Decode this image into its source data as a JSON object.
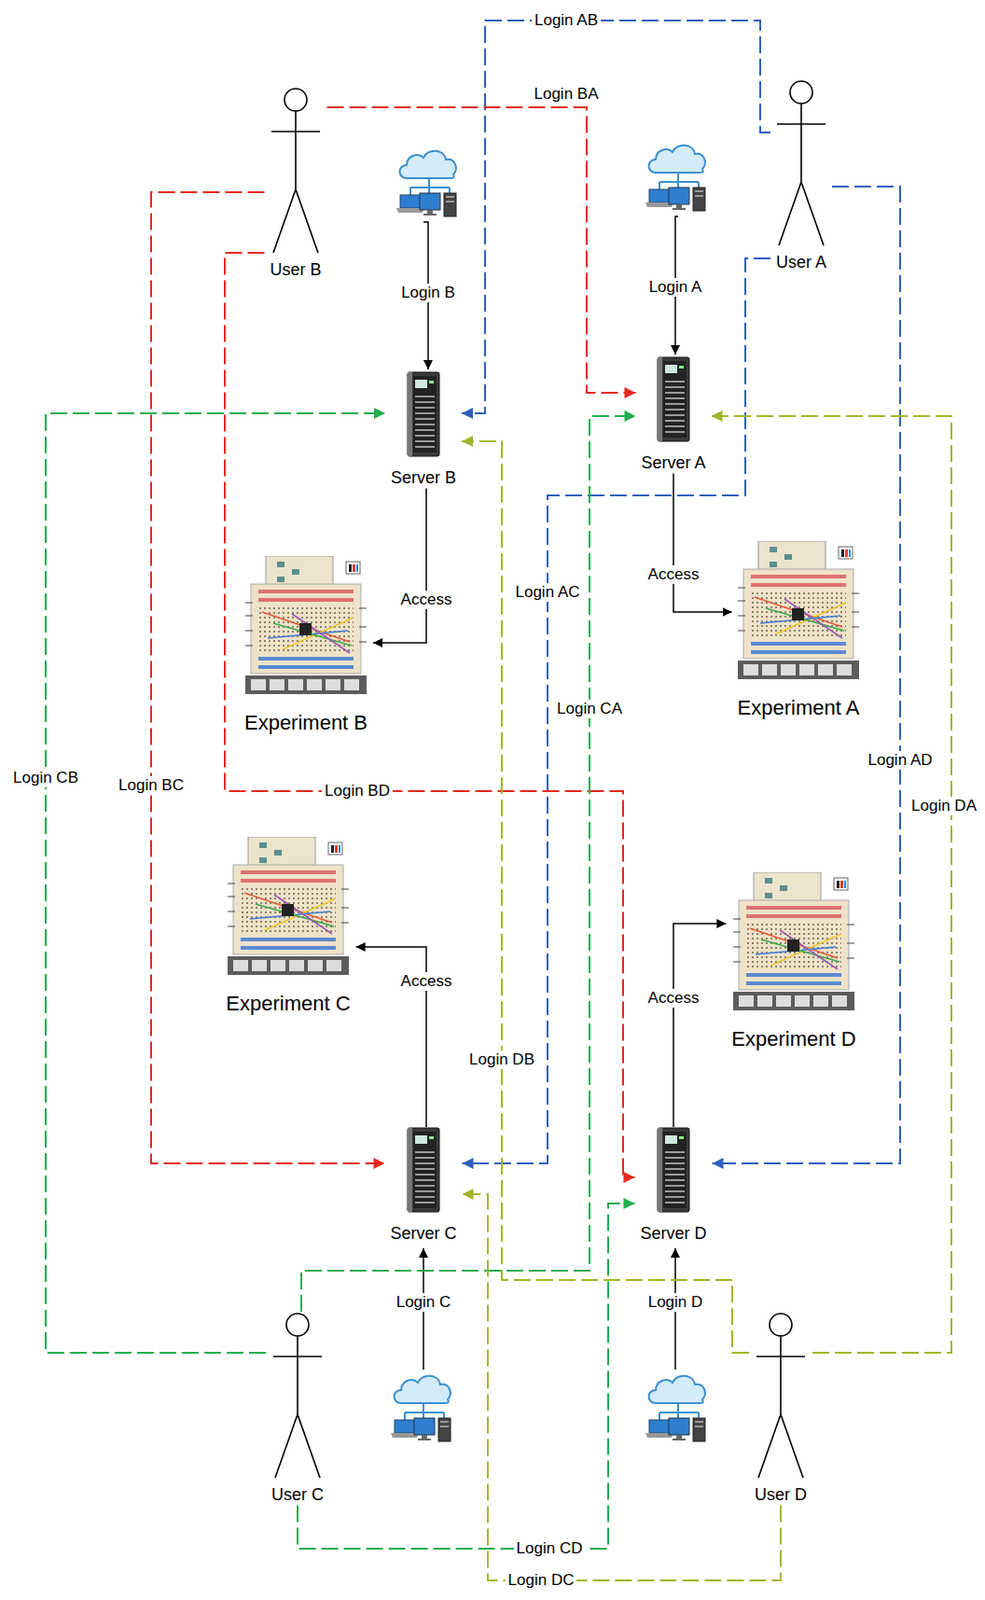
{
  "diagram": {
    "nodes": [
      {
        "text": [
          "User B"
        ]
      },
      {
        "text": [
          "User A"
        ]
      },
      {
        "text": [
          "Server B"
        ]
      },
      {
        "text": [
          "Server A"
        ]
      },
      {
        "text": [
          "Experiment B"
        ]
      },
      {
        "text": [
          "Experiment A"
        ]
      },
      {
        "text": [
          "Experiment C"
        ]
      },
      {
        "text": [
          "Experiment D"
        ]
      },
      {
        "text": [
          "Server C"
        ]
      },
      {
        "text": [
          "Server D"
        ]
      },
      {
        "text": [
          "User C"
        ]
      },
      {
        "text": [
          "User D"
        ]
      }
    ],
    "edges": [
      {
        "from": 2,
        "to": 4,
        "label": "Access",
        "arrow": "to"
      },
      {
        "from": 3,
        "to": 5,
        "label": "Access",
        "arrow": "to"
      },
      {
        "from": 8,
        "to": 6,
        "label": "Access",
        "arrow": "to"
      },
      {
        "from": 9,
        "to": 7,
        "label": "Access",
        "arrow": "to"
      },
      {
        "from": 1,
        "to": 2,
        "label": "Login AB",
        "arrow": "to"
      },
      {
        "from": 0,
        "to": 3,
        "label": "Login BA",
        "arrow": "to"
      },
      {
        "from": 1,
        "to": 8,
        "label": "Login AC",
        "arrow": "to"
      },
      {
        "from": 1,
        "to": 9,
        "label": "Login AD",
        "arrow": "to"
      },
      {
        "from": 10,
        "to": 2,
        "label": "Login CB",
        "arrow": "to"
      },
      {
        "from": 0,
        "to": 8,
        "label": "Login BC",
        "arrow": "to"
      },
      {
        "from": 0,
        "to": 9,
        "label": "Login BD",
        "arrow": "to"
      },
      {
        "from": 10,
        "to": 3,
        "label": "Login CA",
        "arrow": "to"
      },
      {
        "from": 11,
        "to": 2,
        "label": "Login DB",
        "arrow": "to"
      },
      {
        "from": 11,
        "to": 3,
        "label": "Login DA",
        "arrow": "to"
      },
      {
        "from": 10,
        "to": 9,
        "label": "Login CD",
        "arrow": "to"
      },
      {
        "from": 11,
        "to": 8,
        "label": "Login DC",
        "arrow": "to"
      }
    ],
    "labels": [
      "Login B",
      "Login A",
      "Login C",
      "Login D"
    ]
  }
}
